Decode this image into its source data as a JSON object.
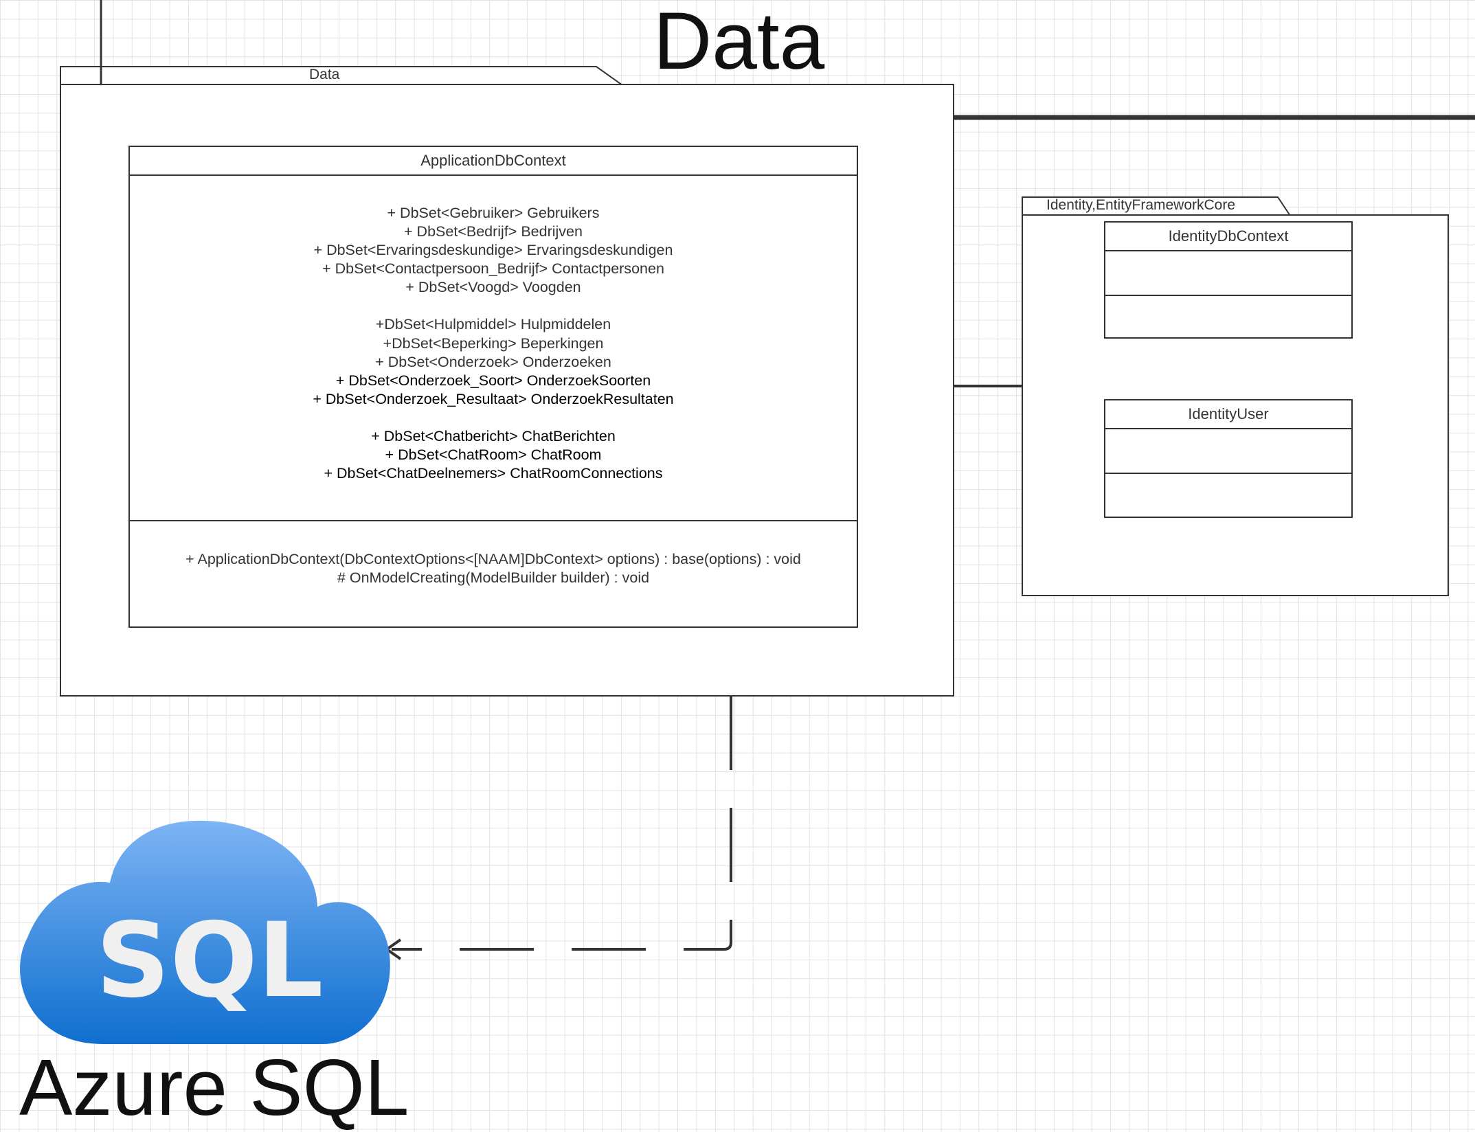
{
  "diagram_title": "Data",
  "packages": {
    "data": {
      "tab_label": "Data"
    },
    "identity": {
      "tab_label": "Identity,EntityFrameworkCore"
    }
  },
  "classes": {
    "application_db_context": {
      "name": "ApplicationDbContext",
      "attribute_groups": [
        [
          "+ DbSet<Gebruiker> Gebruikers",
          "+ DbSet<Bedrijf> Bedrijven",
          "+ DbSet<Ervaringsdeskundige> Ervaringsdeskundigen",
          "+ DbSet<Contactpersoon_Bedrijf> Contactpersonen",
          "+ DbSet<Voogd> Voogden"
        ],
        [
          "+DbSet<Hulpmiddel> Hulpmiddelen",
          "+DbSet<Beperking> Beperkingen",
          "+ DbSet<Onderzoek> Onderzoeken",
          "+ DbSet<Onderzoek_Soort> OnderzoekSoorten",
          "+ DbSet<Onderzoek_Resultaat> OnderzoekResultaten"
        ],
        [
          "+ DbSet<Chatbericht> ChatBerichten",
          "+ DbSet<ChatRoom> ChatRoom",
          "+ DbSet<ChatDeelnemers> ChatRoomConnections"
        ]
      ],
      "operations": [
        "+ ApplicationDbContext(DbContextOptions<[NAAM]DbContext> options) : base(options) : void",
        "# OnModelCreating(ModelBuilder builder) : void"
      ]
    },
    "identity_db_context": {
      "name": "IdentityDbContext"
    },
    "identity_user": {
      "name": "IdentityUser"
    }
  },
  "logo": {
    "text": "SQL",
    "caption": "Azure SQL",
    "colors": {
      "top": "#7db4f4",
      "bottom": "#0f6fcf",
      "text": "#f0f0f0"
    }
  },
  "colors": {
    "line": "#333333",
    "grid": "#e2e2e2",
    "background": "#ffffff"
  }
}
